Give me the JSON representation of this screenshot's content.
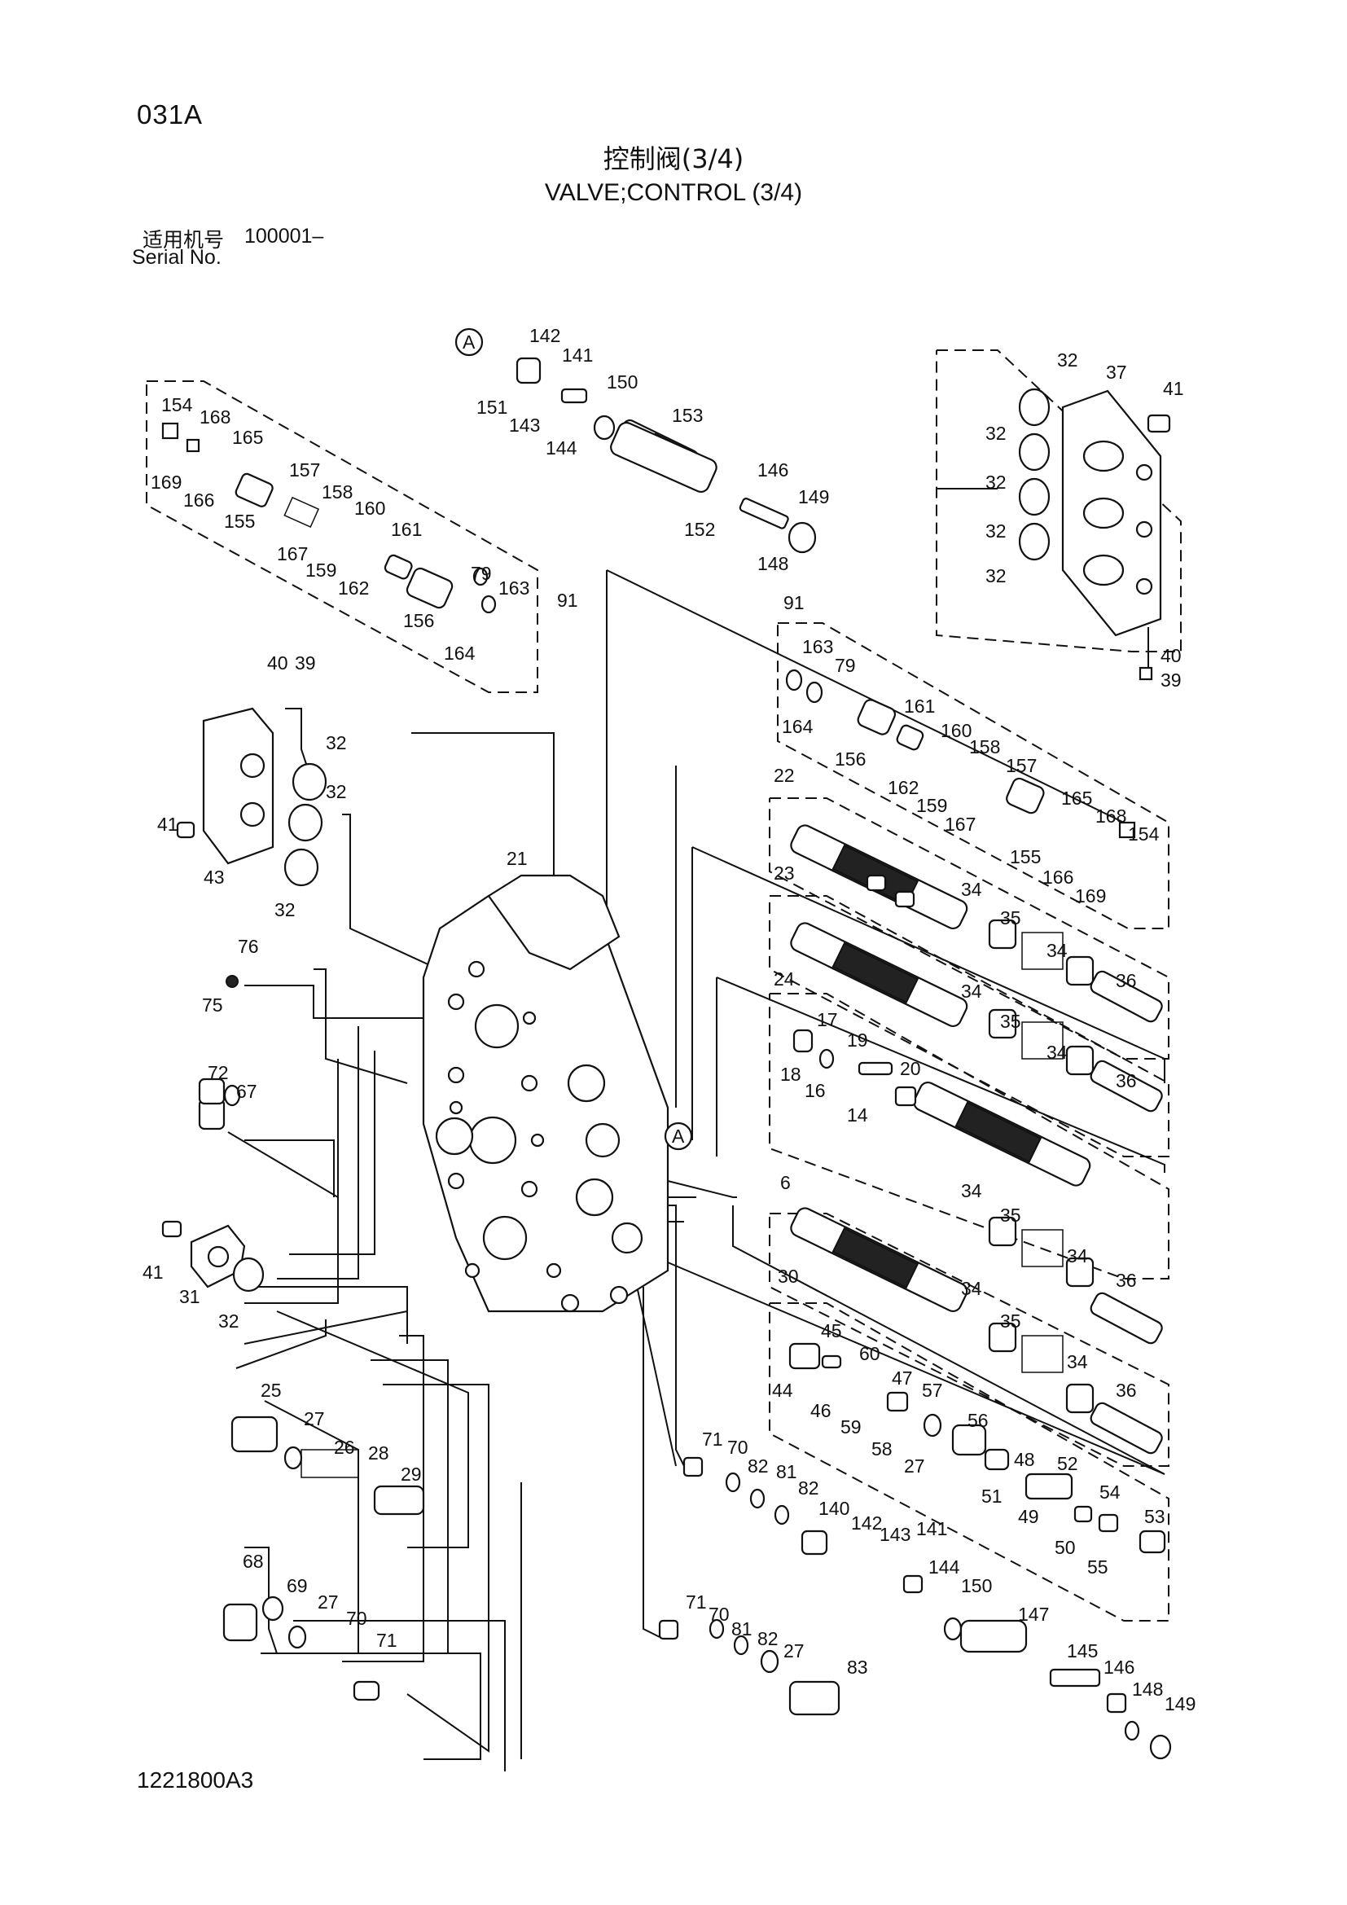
{
  "page": {
    "code": "031A",
    "title_cn": "控制阀(3/4)",
    "title_en": "VALVE;CONTROL (3/4)",
    "serial_label_cn": "适用机号",
    "serial_value": "100001–",
    "serial_label_en": "Serial No.",
    "drawing_number": "1221800A3"
  },
  "ref_marker": "A",
  "callouts": [
    "142",
    "141",
    "151",
    "143",
    "150",
    "144",
    "153",
    "146",
    "149",
    "152",
    "148",
    "154",
    "168",
    "165",
    "169",
    "166",
    "157",
    "155",
    "158",
    "160",
    "167",
    "159",
    "161",
    "162",
    "79",
    "163",
    "91",
    "156",
    "164",
    "32",
    "37",
    "41",
    "32",
    "32",
    "32",
    "32",
    "40",
    "39",
    "91",
    "163",
    "79",
    "164",
    "161",
    "156",
    "160",
    "158",
    "162",
    "159",
    "157",
    "167",
    "165",
    "168",
    "154",
    "155",
    "166",
    "169",
    "40",
    "39",
    "32",
    "32",
    "41",
    "43",
    "32",
    "21",
    "22",
    "23",
    "24",
    "34",
    "35",
    "34",
    "36",
    "34",
    "35",
    "34",
    "36",
    "76",
    "75",
    "72",
    "67",
    "17",
    "19",
    "18",
    "16",
    "20",
    "14",
    "6",
    "34",
    "35",
    "34",
    "36",
    "34",
    "35",
    "34",
    "36",
    "30",
    "41",
    "31",
    "32",
    "45",
    "44",
    "60",
    "46",
    "59",
    "47",
    "57",
    "58",
    "56",
    "27",
    "48",
    "51",
    "49",
    "52",
    "50",
    "54",
    "53",
    "55",
    "25",
    "27",
    "26",
    "28",
    "29",
    "71",
    "70",
    "82",
    "81",
    "82",
    "140",
    "142",
    "143",
    "141",
    "144",
    "150",
    "147",
    "145",
    "146",
    "148",
    "149",
    "71",
    "70",
    "81",
    "82",
    "27",
    "83",
    "68",
    "69",
    "27",
    "70",
    "71"
  ]
}
